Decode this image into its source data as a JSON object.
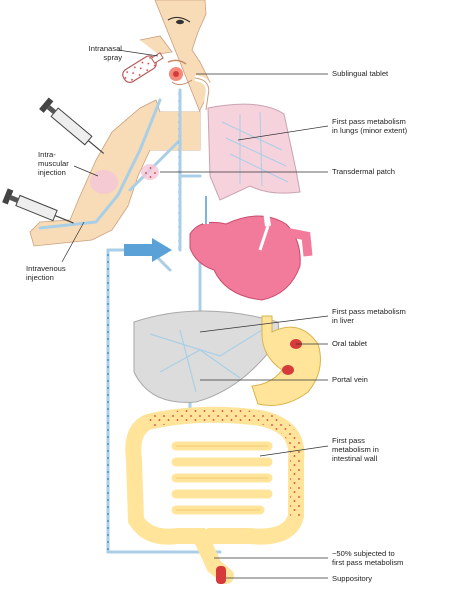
{
  "labels": {
    "intranasal": "Intranasal\nspray",
    "sublingual": "Sublingual tablet",
    "lungs": "First pass metabolism\nin lungs (minor extent)",
    "im": "Intra-\nmuscular\ninjection",
    "transdermal": "Transdermal patch",
    "iv": "Intravenous\ninjection",
    "liver": "First pass metabolism\nin liver",
    "oral": "Oral tablet",
    "portal": "Portal vein",
    "intestinal": "First pass\nmetabolism in\nintestinal wall",
    "rectal_fpm": "~50% subjected to\nfirst pass metabolism",
    "suppository": "Suppository"
  },
  "colors": {
    "skin": "#f8dcb8",
    "skin_outline": "#caa07e",
    "blood_vessel": "#a9cfe6",
    "heart": "#f27a9b",
    "lung": "#f6d2dd",
    "liver": "#dcdcdc",
    "intestine": "#ffe49a",
    "drug_dot": "#d63a3a",
    "arrow_blue": "#5aa1d8"
  }
}
